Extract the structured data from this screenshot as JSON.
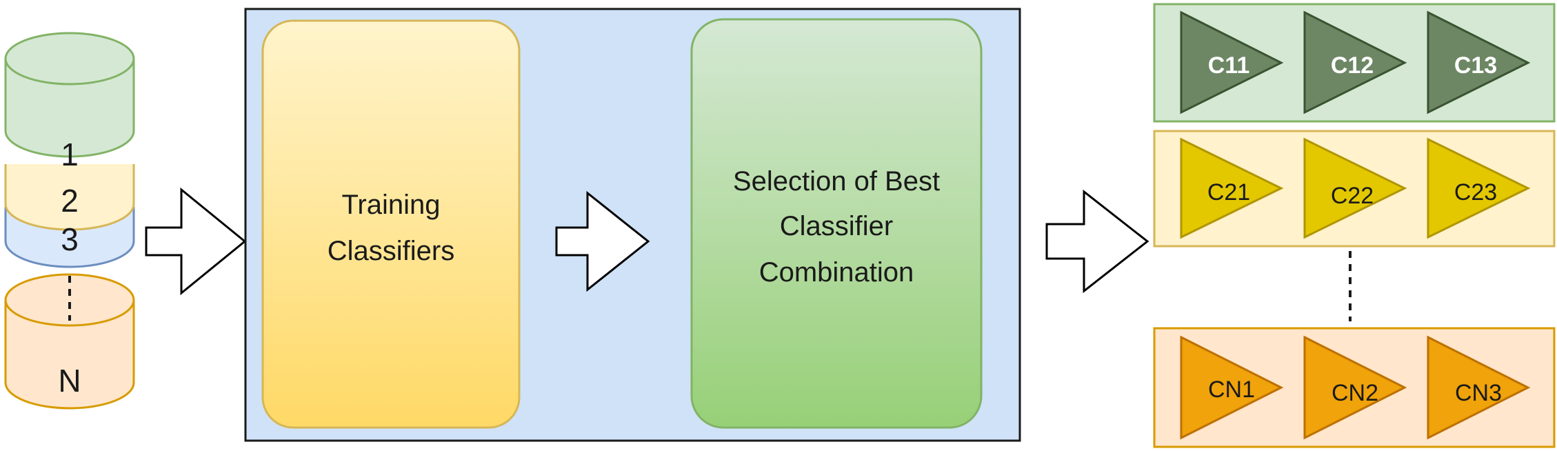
{
  "datasets": {
    "layers": [
      "1",
      "2",
      "3"
    ],
    "ellipsis": "⋮",
    "last": "N"
  },
  "process": {
    "training_lines": [
      "Training",
      "Classifiers"
    ],
    "selection_lines": [
      "Selection of Best",
      "Classifier",
      "Combination"
    ]
  },
  "classifier_groups": [
    {
      "labels": [
        "C11",
        "C12",
        "C13"
      ]
    },
    {
      "labels": [
        "C21",
        "C22",
        "C23"
      ]
    },
    {
      "labels": [
        "CN1",
        "CN2",
        "CN3"
      ]
    }
  ],
  "colors": {
    "green_fill": "#d5e8d4",
    "green_stroke": "#82b366",
    "green_triangle": "#6d8764",
    "yellow_fill": "#fff2cc",
    "yellow_stroke": "#d6b656",
    "yellow_triangle": "#e3c800",
    "blue_fill": "#dae8fc",
    "blue_stroke": "#6c8ebf",
    "blue_panel": "#cfe2f7",
    "orange_fill": "#ffe6cc",
    "orange_stroke": "#d79b00",
    "orange_triangle": "#f0a30a"
  }
}
